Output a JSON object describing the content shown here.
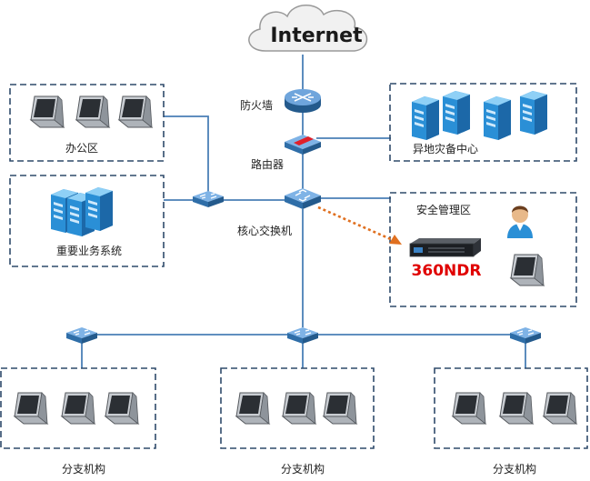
{
  "labels": {
    "internet": "Internet",
    "firewall": "防火墙",
    "router": "路由器",
    "core_switch": "核心交换机",
    "office": "办公区",
    "disaster_recovery": "异地灾备中心",
    "business": "重要业务系统",
    "security_zone": "安全管理区",
    "ndr": "360NDR",
    "branch_1": "分支机构",
    "branch_2": "分支机构",
    "branch_3": "分支机构"
  },
  "colors": {
    "link": "#4a7fb6",
    "zone_border": "#2f4a6a",
    "ndr_text": "#e00000",
    "mirror_arrow": "#e07020"
  }
}
